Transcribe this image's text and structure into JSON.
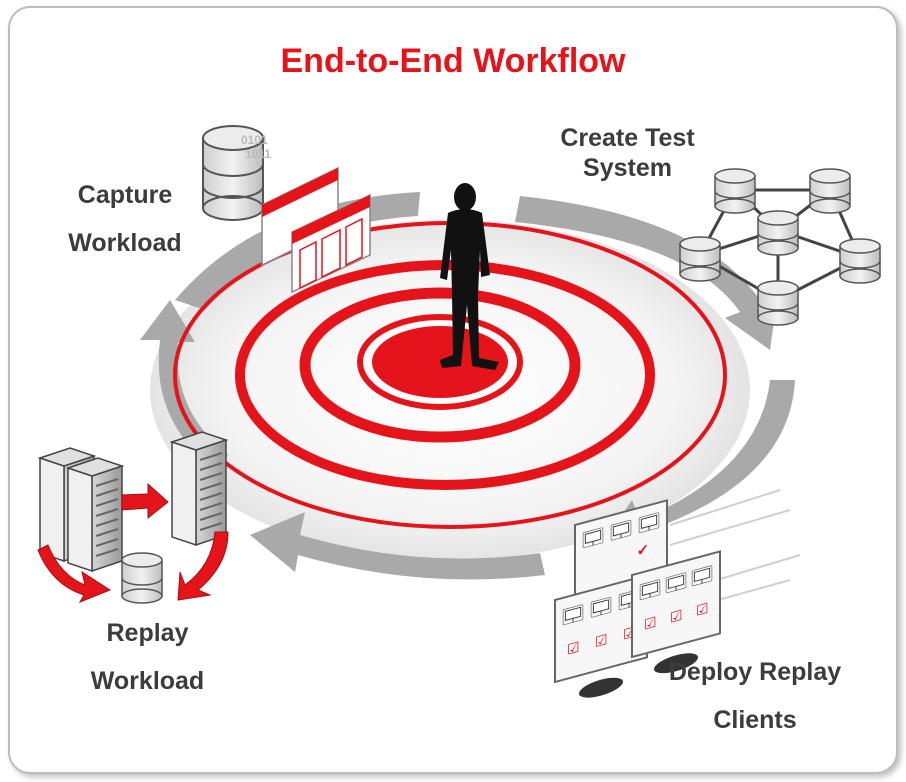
{
  "title": "End-to-End Workflow",
  "steps": {
    "capture": {
      "line1": "Capture",
      "line2": "Workload"
    },
    "create": {
      "line1": "Create Test",
      "line2": "System"
    },
    "deploy": {
      "line1": "Deploy Replay",
      "line2": "Clients"
    },
    "replay": {
      "line1": "Replay",
      "line2": "Workload"
    }
  },
  "colors": {
    "accent": "#e5141b",
    "arrow": "#a9a9a9",
    "text": "#3c3c3c",
    "figure": "#111111"
  },
  "icons": [
    "database-icon",
    "report-icon",
    "person-icon",
    "network-icon",
    "server-icon",
    "monitor-icon",
    "curved-arrow-icon"
  ]
}
